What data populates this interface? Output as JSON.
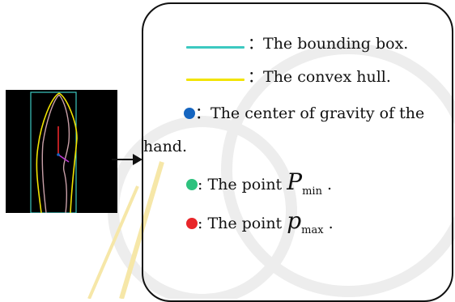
{
  "legend": {
    "bounding_box": {
      "separator": "：",
      "text": "The bounding box.",
      "color": "#3cc9c0"
    },
    "convex_hull": {
      "separator": "：",
      "text": "The convex hull.",
      "color": "#f2e400"
    },
    "center_of_gravity": {
      "separator": "：",
      "text_line1": "The center of gravity of the",
      "text_line2": "hand.",
      "color": "#1565c0"
    },
    "point_min": {
      "separator": ": The point ",
      "symbol": "P",
      "subscript": "min",
      "suffix": " .",
      "color": "#2ec27e"
    },
    "point_max": {
      "separator": ": The point ",
      "symbol": "p",
      "subscript": "max",
      "suffix": " .",
      "color": "#e8262a"
    }
  },
  "image": {
    "description_icon": "hand-contour-image"
  }
}
